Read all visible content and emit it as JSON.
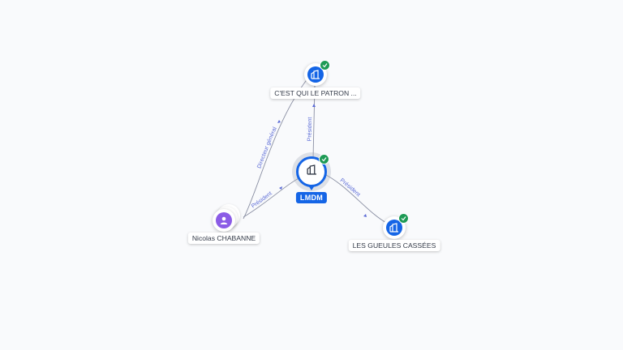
{
  "nodes": {
    "center": {
      "label": "LMDM",
      "kind": "company",
      "verified": true
    },
    "top": {
      "label": "C'EST QUI LE PATRON ...",
      "kind": "company",
      "verified": true
    },
    "right": {
      "label": "LES GUEULES CASSÉES",
      "kind": "company",
      "verified": true
    },
    "left": {
      "label": "Nicolas CHABANNE",
      "kind": "person",
      "verified": false
    }
  },
  "edges": {
    "center_top": "Président",
    "center_right": "Président",
    "left_center": "Président",
    "left_top": "Directeur général"
  },
  "icons": {
    "company": "building-icon",
    "person": "person-icon",
    "verified": "check-icon"
  },
  "colors": {
    "company": "#1565e6",
    "person": "#8b5ce6",
    "verified": "#1e9a55",
    "edge_label": "#5b6bd6"
  }
}
